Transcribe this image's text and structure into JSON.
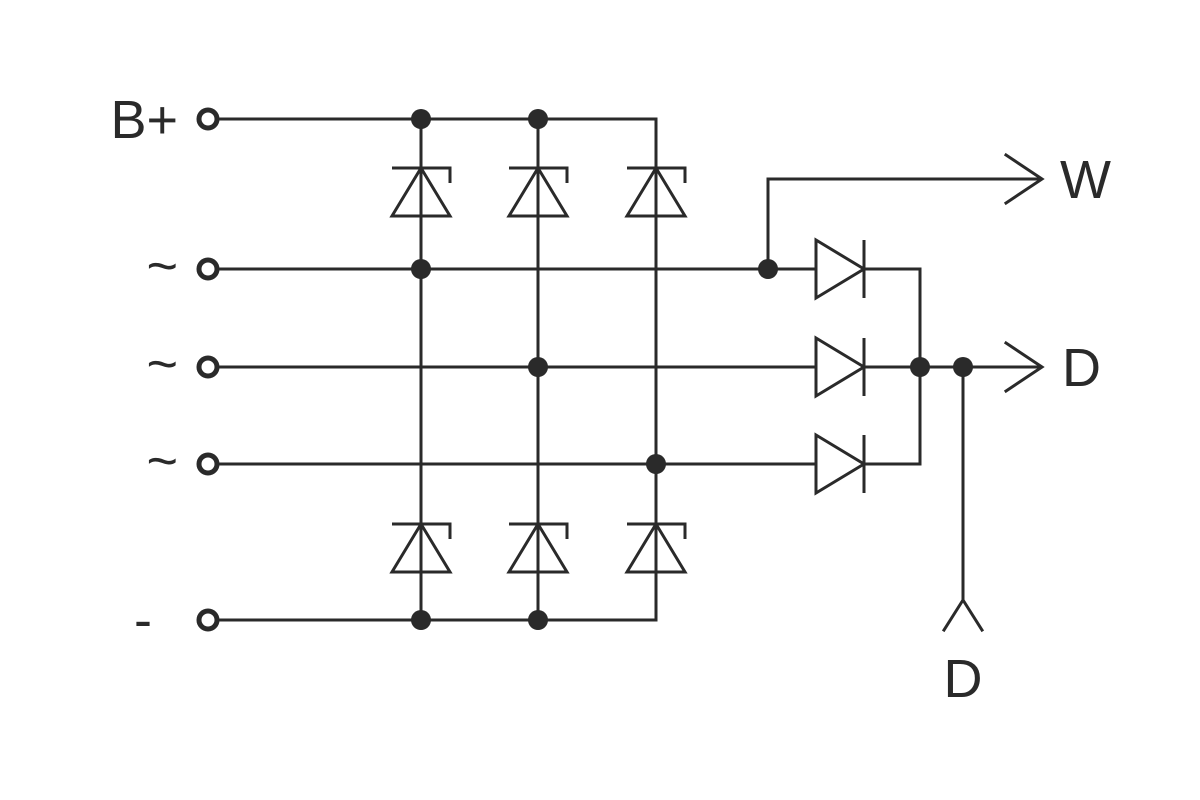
{
  "terminals": {
    "b_plus": "B+",
    "phase_1": "~",
    "phase_2": "~",
    "phase_3": "~",
    "minus": "-"
  },
  "outputs": {
    "w": "W",
    "d_right": "D",
    "d_bottom": "D"
  },
  "colors": {
    "line": "#2a2a2a",
    "background": "#ffffff"
  }
}
